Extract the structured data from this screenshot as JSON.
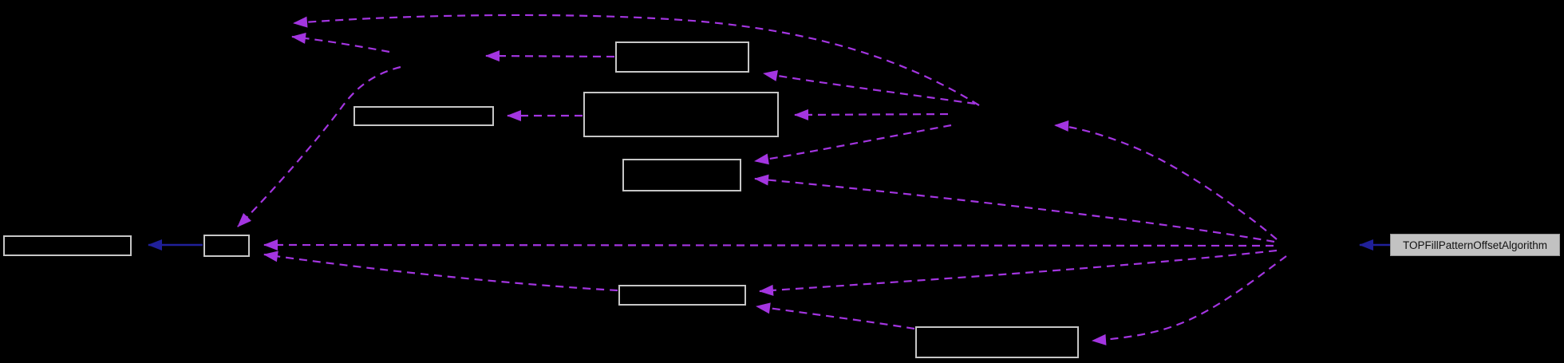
{
  "diagram": {
    "type": "collaboration-graph",
    "background_color": "#000000",
    "edge_dashed_color": "#a335e0",
    "edge_solid_color": "#20209a",
    "node_border_color": "#c6c6c6",
    "labeled_node": {
      "label": "TOPFillPatternOffsetAlgorithm",
      "bg_color": "#c2c2c2",
      "text_color": "#121212"
    },
    "nodes": [
      {
        "id": "node-a",
        "label": ""
      },
      {
        "id": "node-b",
        "label": ""
      },
      {
        "id": "node-c",
        "label": ""
      },
      {
        "id": "node-d",
        "label": ""
      },
      {
        "id": "node-e",
        "label": ""
      },
      {
        "id": "node-f",
        "label": ""
      },
      {
        "id": "node-g",
        "label": ""
      },
      {
        "id": "node-h",
        "label": ""
      },
      {
        "id": "node-i",
        "label": "TOPFillPatternOffsetAlgorithm"
      }
    ],
    "edges": [
      {
        "from": "hub-mid-right",
        "to": "hub-top-left",
        "style": "dashed"
      },
      {
        "from": "hub-upper-mid",
        "to": "hub-top-left",
        "style": "dashed"
      },
      {
        "from": "node-a",
        "to": "hub-upper-mid",
        "style": "dashed"
      },
      {
        "from": "hub-mid-right",
        "to": "node-a",
        "style": "dashed"
      },
      {
        "from": "hub-mid-right",
        "to": "node-b",
        "style": "dashed"
      },
      {
        "from": "node-b",
        "to": "node-c",
        "style": "dashed"
      },
      {
        "from": "hub-mid-right",
        "to": "node-d",
        "style": "dashed"
      },
      {
        "from": "hub-far-right",
        "to": "node-d",
        "style": "dashed"
      },
      {
        "from": "hub-upper-mid",
        "to": "node-f",
        "style": "dashed"
      },
      {
        "from": "hub-far-right",
        "to": "node-f",
        "style": "dashed"
      },
      {
        "from": "node-g",
        "to": "node-f",
        "style": "dashed"
      },
      {
        "from": "hub-far-right",
        "to": "node-g",
        "style": "dashed"
      },
      {
        "from": "node-h",
        "to": "node-g",
        "style": "dashed"
      },
      {
        "from": "hub-far-right",
        "to": "node-h",
        "style": "dashed"
      },
      {
        "from": "hub-far-right",
        "to": "hub-mid-right",
        "style": "dashed"
      },
      {
        "from": "node-f",
        "to": "node-e",
        "style": "solid"
      },
      {
        "from": "node-i",
        "to": "hub-far-right",
        "style": "solid"
      }
    ]
  }
}
